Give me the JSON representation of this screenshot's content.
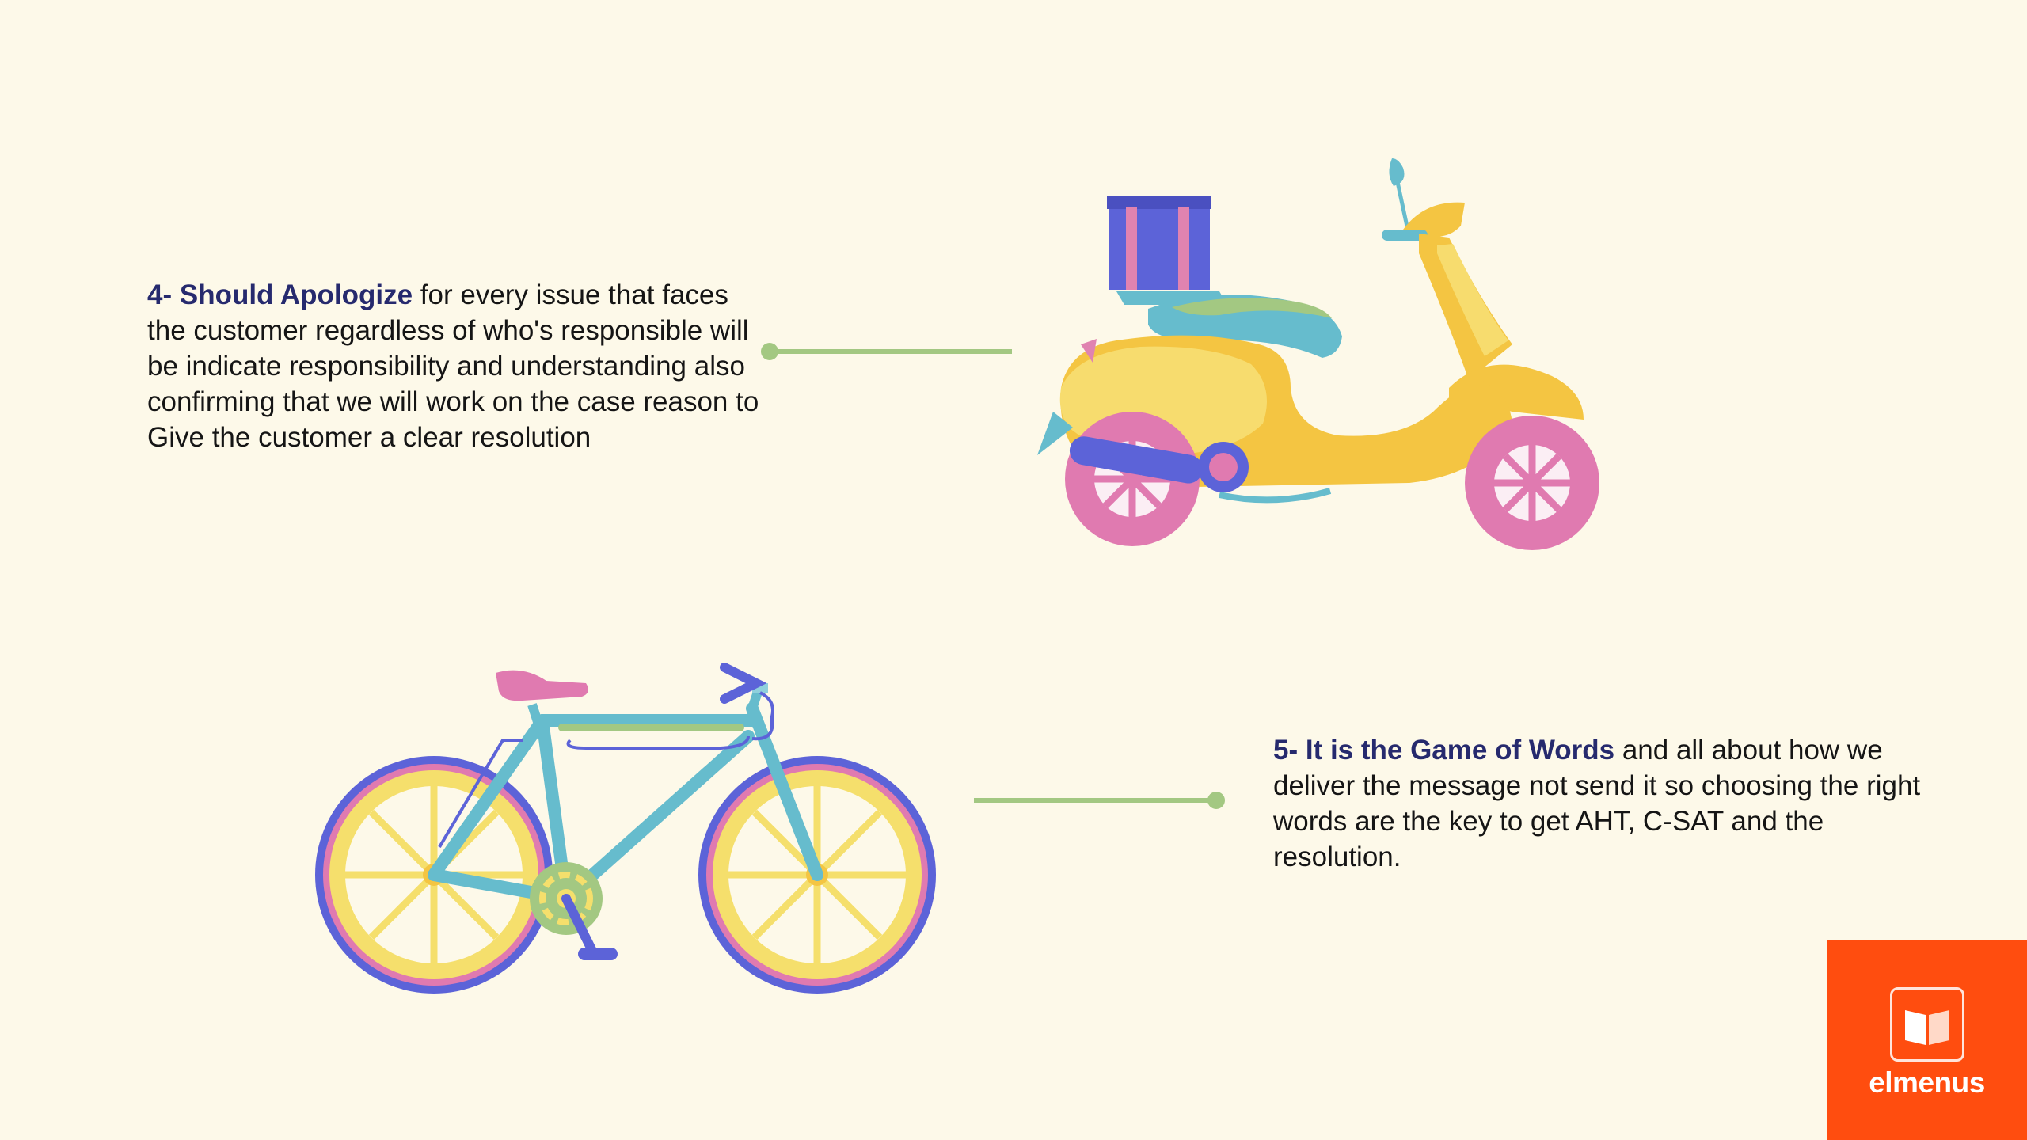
{
  "points": [
    {
      "lead": "4- Should Apologize",
      "body": " for every issue that faces the customer regardless of who's responsible will be indicate responsibility and understanding also confirming that we will work on the case reason to Give the customer a clear resolution"
    },
    {
      "lead": "5- It is the Game of Words",
      "body": " and all about how we deliver the message not send it so choosing the right words are the key to get AHT, C-SAT and the resolution."
    }
  ],
  "brand": {
    "name": "elmenus",
    "color": "#ff4d0f",
    "icon": "open-book-icon"
  },
  "colors": {
    "background": "#fdf9e9",
    "heading": "#262a6e",
    "connector": "#a3c882"
  },
  "illustrations": [
    "scooter",
    "bicycle"
  ]
}
